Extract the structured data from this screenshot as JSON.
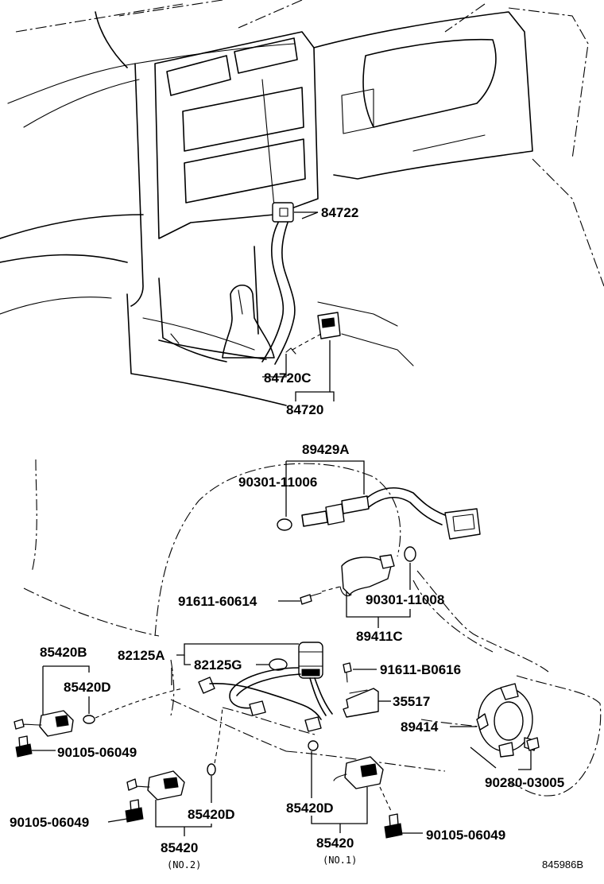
{
  "callouts": {
    "p84722": "84722",
    "p84720C": "84720C",
    "p84720": "84720",
    "p89429A": "89429A",
    "p90301_11006": "90301-11006",
    "p91611_60614": "91611-60614",
    "p90301_11008": "90301-11008",
    "p89411C": "89411C",
    "p85420B": "85420B",
    "p82125A": "82125A",
    "p82125G": "82125G",
    "p85420D_left": "85420D",
    "p91611_B0616": "91611-B0616",
    "p35517": "35517",
    "p90105_06049_left": "90105-06049",
    "p89414": "89414",
    "p90280_03005": "90280-03005",
    "p90105_06049_lower": "90105-06049",
    "p85420D_mid": "85420D",
    "p85420D_right": "85420D",
    "p85420_no2": "85420",
    "no2_note": "(NO.2)",
    "p85420_no1": "85420",
    "no1_note": "(NO.1)",
    "p90105_06049_right": "90105-06049"
  },
  "figure_ref": "845986B"
}
